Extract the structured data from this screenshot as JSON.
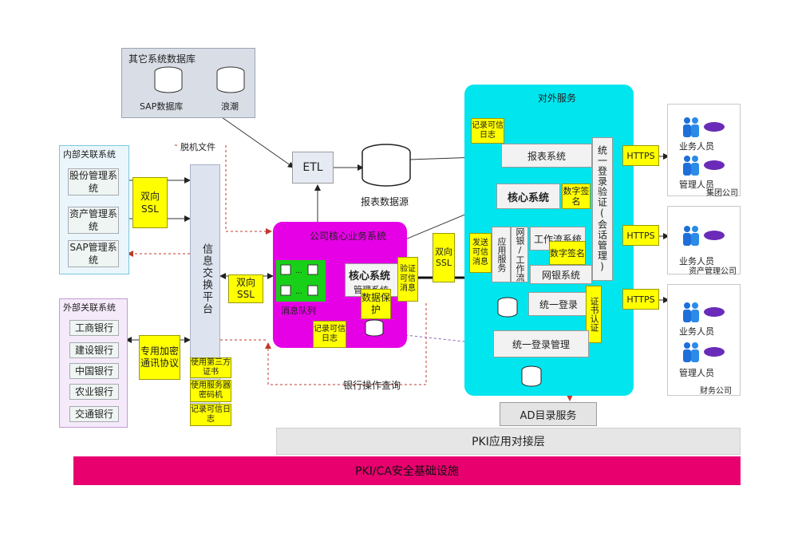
{
  "other_db": {
    "title": "其它系统数据库",
    "sap_db": "SAP数据库",
    "langchao": "浪潮"
  },
  "offline_file": "脱机文件",
  "internal": {
    "title": "内部关联系统",
    "items": [
      "股份管理系统",
      "资产管理系统",
      "SAP管理系统"
    ],
    "ssl_label": "双向SSL"
  },
  "external": {
    "title": "外部关联系统",
    "banks": [
      "工商银行",
      "建设银行",
      "中国银行",
      "农业银行",
      "交通银行"
    ],
    "protocol_label": "专用加密通讯协议"
  },
  "exchange": {
    "title": "信息交换平台",
    "notes": [
      "使用第三方证书",
      "使用服务器密码机",
      "记录可信日志"
    ]
  },
  "etl": "ETL",
  "report_db": "报表数据源",
  "core": {
    "title": "公司核心业务系统",
    "mq_label": "消息队列",
    "core_system": "核心系统",
    "management": "管理系统",
    "data_protect": "数据保护",
    "log": "记录可信日志",
    "verify": "验证可信消息",
    "ssl_left": "双向SSL",
    "ssl_right": "双向SSL"
  },
  "bank_query": "银行操作查询",
  "external_service": {
    "title": "对外服务",
    "log": "记录可信日志",
    "report_system": "报表系统",
    "core_system": "核心系统",
    "digital_sign_1": "数字签名",
    "send_msg": "发送可信消息",
    "app_service": "应用服务",
    "netbank_workflow": "网银/工作流",
    "workflow_system": "工作流系统",
    "digital_sign_2": "数字签名",
    "netbank_system": "网银系统",
    "sso": "统一登录",
    "cert_auth": "证书认证",
    "sso_mgmt": "统一登录管理",
    "unified_auth": "统一登录验证(会话管理)"
  },
  "ad_service": "AD目录服务",
  "pki_layer": "PKI应用对接层",
  "pki_infra": "PKI/CA安全基础设施",
  "https": "HTTPS",
  "right_groups": [
    {
      "users": [
        "业务人员",
        "管理人员"
      ],
      "org": "集团公司"
    },
    {
      "users": [
        "业务人员"
      ],
      "org": "资产管理公司"
    },
    {
      "users": [
        "业务人员",
        "管理人员"
      ],
      "org": "财务公司"
    }
  ],
  "colors": {
    "cyan": "#00e5ee",
    "magenta": "#e600e6",
    "yellow": "#ffff00",
    "pink": "#e8006e",
    "green": "#19d019"
  }
}
